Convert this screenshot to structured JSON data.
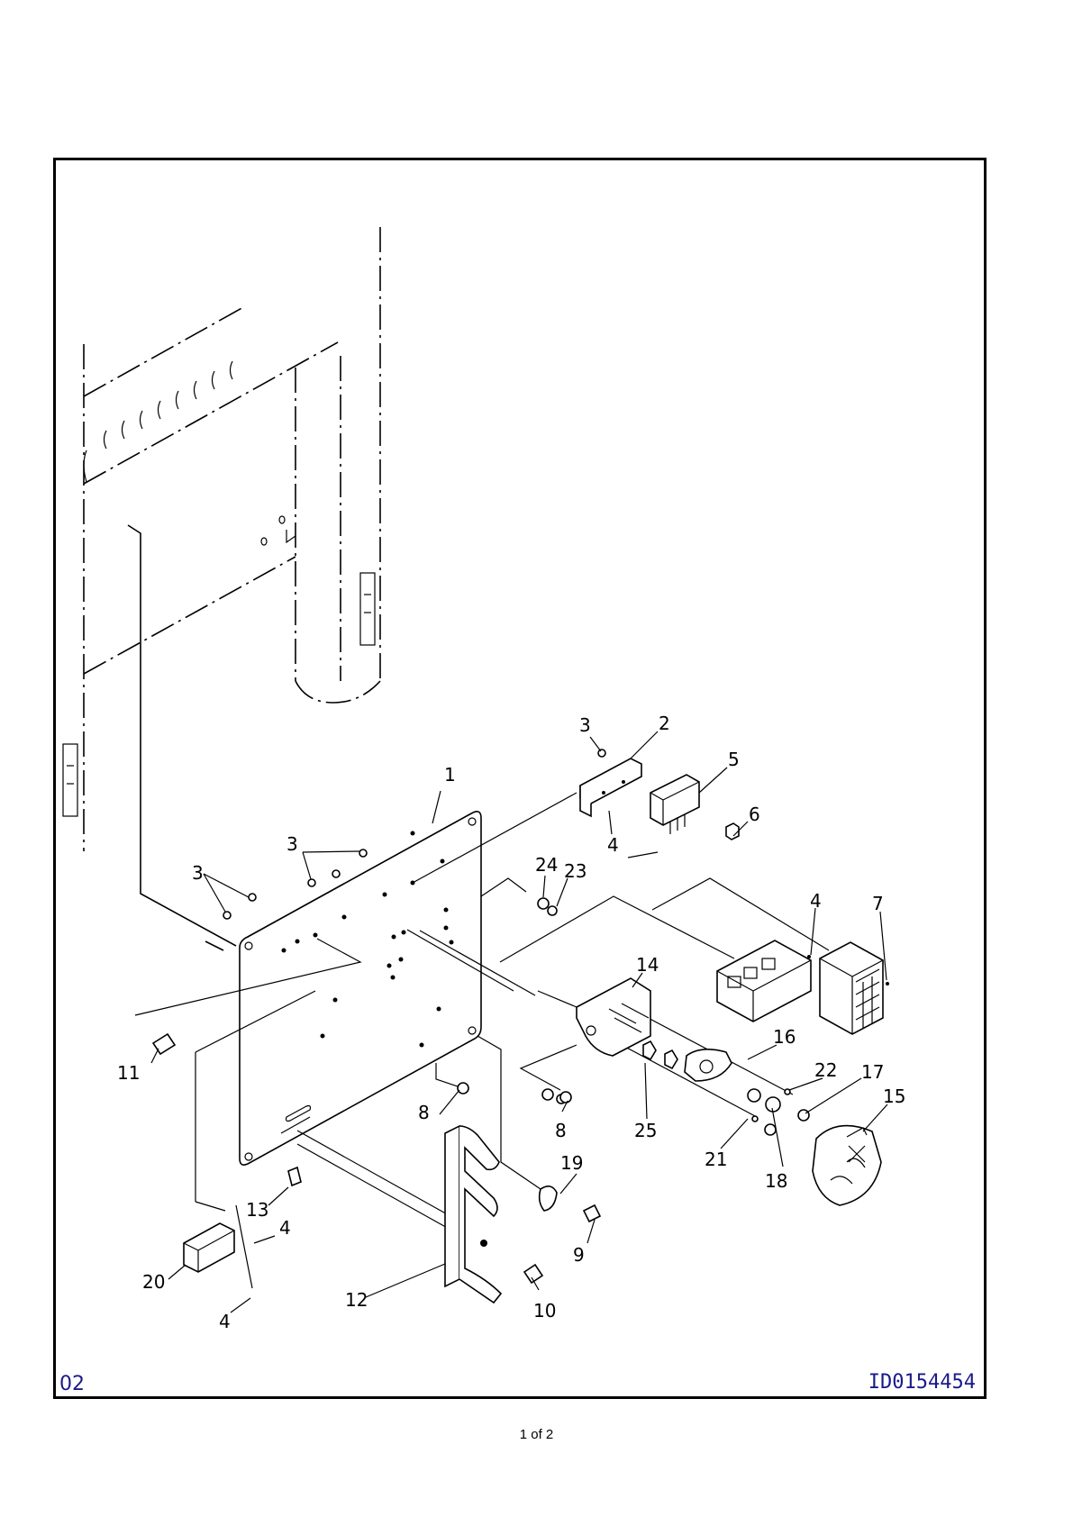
{
  "figure": {
    "code": "02",
    "drawing_id": "ID0154454",
    "page_indicator": "1 of 2"
  },
  "callouts": {
    "c1": "1",
    "c2": "2",
    "c3a": "3",
    "c3b": "3",
    "c3c": "3",
    "c4a": "4",
    "c4b": "4",
    "c4c": "4",
    "c4d": "4",
    "c5": "5",
    "c6": "6",
    "c7": "7",
    "c8a": "8",
    "c8b": "8",
    "c9": "9",
    "c10": "10",
    "c11": "11",
    "c12": "12",
    "c13": "13",
    "c14": "14",
    "c15": "15",
    "c16": "16",
    "c17": "17",
    "c18": "18",
    "c19": "19",
    "c20": "20",
    "c21": "21",
    "c22": "22",
    "c23": "23",
    "c24": "24",
    "c25": "25"
  }
}
